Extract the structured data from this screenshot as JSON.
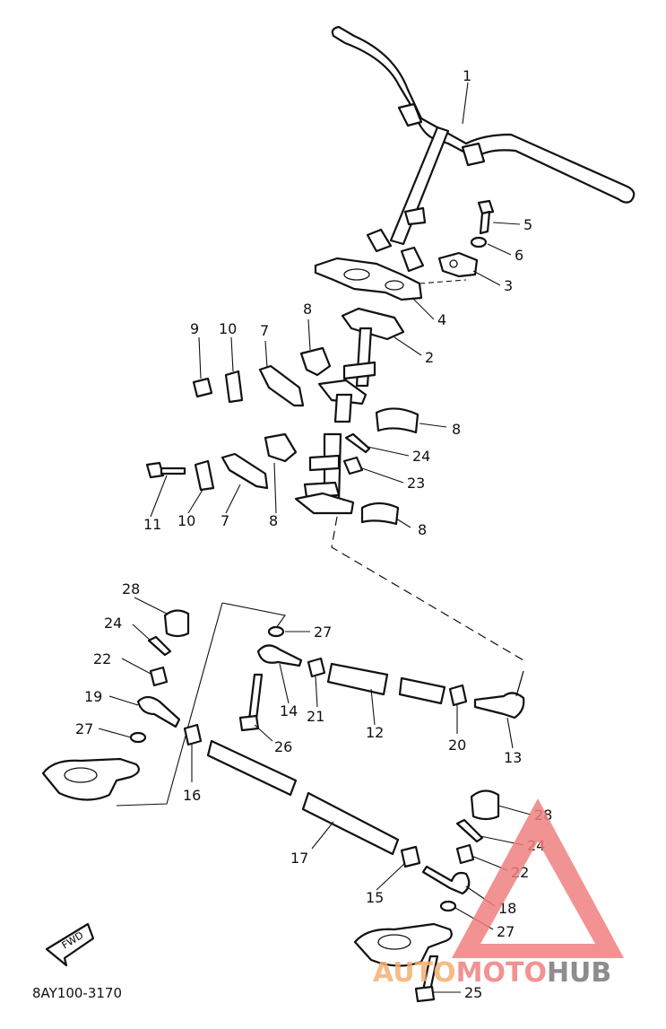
{
  "diagram": {
    "code": "8AY100-3170",
    "fwd_label": "FWD",
    "callouts": [
      "1",
      "2",
      "3",
      "4",
      "5",
      "6",
      "7",
      "8",
      "9",
      "10",
      "11",
      "12",
      "13",
      "14",
      "15",
      "16",
      "17",
      "18",
      "19",
      "20",
      "21",
      "22",
      "23",
      "24",
      "25",
      "26",
      "27",
      "28"
    ]
  },
  "watermark": {
    "part1": "AUTO",
    "part2": "MOTO",
    "part3": "HUB",
    "colors": {
      "red": "#f08080",
      "orange": "#f5b070",
      "gray": "#7a7a7a"
    }
  }
}
